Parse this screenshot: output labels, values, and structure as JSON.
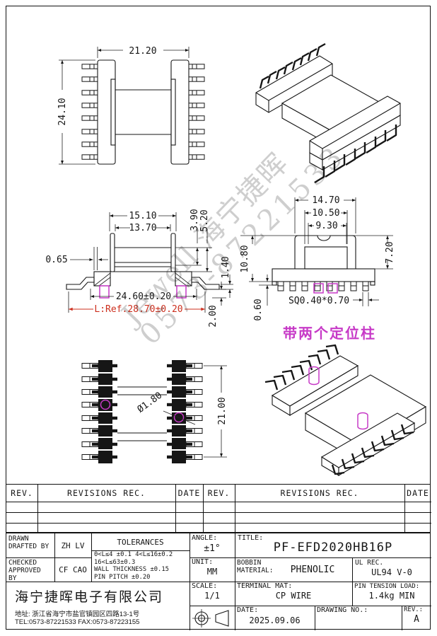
{
  "watermark": {
    "line1": "Jewell 海宁捷晖",
    "line2": "0573-87221533"
  },
  "colors": {
    "line": "#161616",
    "red": "#cc2f1e",
    "magenta": "#c73ac7",
    "watermark_gray": "#c6c6c6"
  },
  "views": {
    "front": {
      "width": "21.20",
      "height": "24.10"
    },
    "side": {
      "flange_span": "15.10",
      "tube_span": "13.70",
      "wall": "0.65",
      "h_tube": "3.90",
      "h_flange": "5.20",
      "lead_thk": "1.40",
      "lead_ext": "2.00",
      "foot_span": "24.60±0.20",
      "overall": "L:Ref.28.70±0.20"
    },
    "end": {
      "w_outer": "14.70",
      "w_window": "10.50",
      "w_inner": "9.30",
      "h_body": "7.20",
      "h_total": "10.80",
      "standoff": "0.60",
      "pin_section": "SQ0.40*0.70",
      "note": "带两个定位柱"
    },
    "bottom": {
      "post_dia": "Ø1.80",
      "depth": "21.00"
    }
  },
  "revision_table": {
    "headers": [
      "REV.",
      "REVISIONS  REC.",
      "DATE",
      "REV.",
      "REVISIONS  REC.",
      "DATE"
    ]
  },
  "title_block": {
    "drawn_label": "DRAWN",
    "drafted_label": "DRAFTED BY",
    "drawn_value": "ZH LV",
    "checked_label": "CHECKED",
    "approved_label": "APPROVED BY",
    "checked_value": "CF CAO",
    "tolerances_label": "TOLERANCES",
    "tol1": "0<L≤4 ±0.1 4<L≤16±0.2",
    "tol2": "16<L≤63±0.3",
    "tol3": "WALL THICKNESS ±0.15",
    "tol4": "PIN PITCH ±0.20",
    "angle_label": "ANGLE:",
    "angle_value": "±1°",
    "unit_label": "UNIT:",
    "unit_value": "MM",
    "title_label": "TITLE:",
    "title_value": "PF-EFD2020HB16P",
    "bobbin_label1": "BOBBIN",
    "bobbin_label2": "MATERIAL:",
    "bobbin_value": "PHENOLIC",
    "ul_label": "UL REC.",
    "ul_value": "UL94 V-0",
    "scale_label": "SCALE:",
    "scale_value": "1/1",
    "terminal_label": "TERMINAL MAT:",
    "terminal_value": "CP WIRE",
    "tension_label": "PIN TENSION LOAD:",
    "tension_value": "1.4kg MIN",
    "date_label": "DATE:",
    "date_value": "2025.09.06",
    "drawing_no_label": "DRAWING NO.:",
    "rev_label": "REV.:",
    "rev_value": "A"
  },
  "company": {
    "name": "海宁捷晖电子有限公司",
    "address": "地址: 浙江省海宁市盐官镇园区四路13-1号",
    "tel": "TEL:0573-87221533 FAX:0573-87223155"
  }
}
